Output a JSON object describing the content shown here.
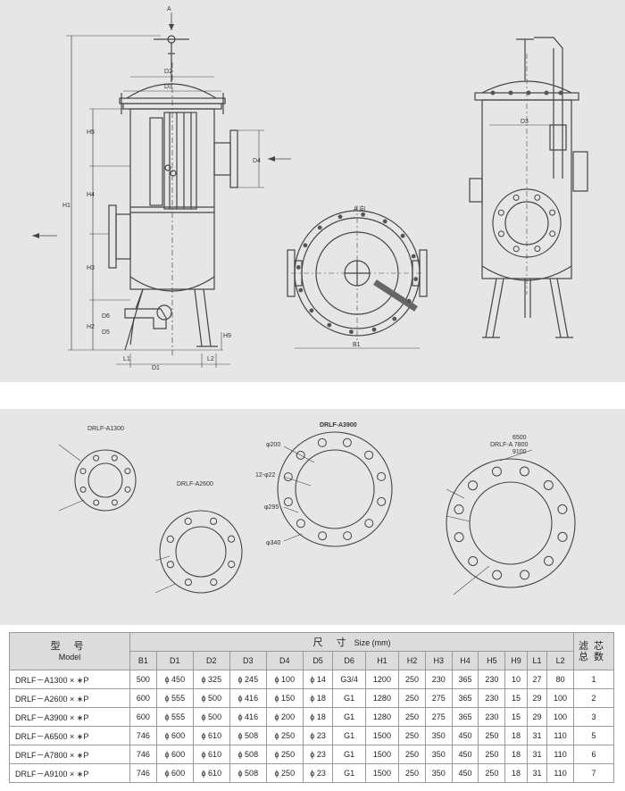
{
  "top_drawing": {
    "labels": {
      "section_mark": "A",
      "d2": "D2",
      "d3": "D3",
      "d4": "D4",
      "d5": "D5",
      "d6": "D6",
      "h1": "H1",
      "h2": "H2",
      "h3": "H3",
      "h4": "H4",
      "h5": "H5",
      "h9": "H9",
      "l1": "L1",
      "l2": "L2",
      "d1": "D1",
      "b1": "B1",
      "view_a": "A 向"
    }
  },
  "flange_drawing": {
    "a1300": "DRLF-A1300",
    "a2600": "DRLF-A2600",
    "a3900": "DRLF-A3900",
    "big_models": [
      "6500",
      "DRLF-A 7800",
      "9100"
    ],
    "dims": {
      "d200": "φ200",
      "holes": "12-φ22",
      "d295": "φ295",
      "d340": "φ340"
    }
  },
  "table": {
    "model_header_zh": "型 号",
    "model_header_en": "Model",
    "size_header_zh": "尺 寸",
    "size_header_en": "Size (mm)",
    "count_header_zh_1": "滤芯",
    "count_header_zh_2": "总数",
    "columns": [
      "B1",
      "D1",
      "D2",
      "D3",
      "D4",
      "D5",
      "D6",
      "H1",
      "H2",
      "H3",
      "H4",
      "H5",
      "H9",
      "L1",
      "L2"
    ],
    "rows": [
      {
        "model": "DRLF－A1300 × ∗P",
        "cells": [
          "500",
          "ϕ 450",
          "ϕ 325",
          "ϕ 245",
          "ϕ 100",
          "ϕ 14",
          "G3/4",
          "1200",
          "250",
          "230",
          "365",
          "230",
          "10",
          "27",
          "80"
        ],
        "count": "1"
      },
      {
        "model": "DRLF－A2600 × ∗P",
        "cells": [
          "600",
          "ϕ 555",
          "ϕ 500",
          "ϕ 416",
          "ϕ 150",
          "ϕ 18",
          "G1",
          "1280",
          "250",
          "275",
          "365",
          "230",
          "15",
          "29",
          "100"
        ],
        "count": "2"
      },
      {
        "model": "DRLF－A3900 × ∗P",
        "cells": [
          "600",
          "ϕ 555",
          "ϕ 500",
          "ϕ 416",
          "ϕ 200",
          "ϕ 18",
          "G1",
          "1280",
          "250",
          "275",
          "365",
          "230",
          "15",
          "29",
          "100"
        ],
        "count": "3"
      },
      {
        "model": "DRLF－A6500 × ∗P",
        "cells": [
          "746",
          "ϕ 600",
          "ϕ 610",
          "ϕ 508",
          "ϕ 250",
          "ϕ 23",
          "G1",
          "1500",
          "250",
          "350",
          "450",
          "250",
          "18",
          "31",
          "110"
        ],
        "count": "5"
      },
      {
        "model": "DRLF－A7800 × ∗P",
        "cells": [
          "746",
          "ϕ 600",
          "ϕ 610",
          "ϕ 508",
          "ϕ 250",
          "ϕ 23",
          "G1",
          "1500",
          "250",
          "350",
          "450",
          "250",
          "18",
          "31",
          "110"
        ],
        "count": "6"
      },
      {
        "model": "DRLF－A9100 × ∗P",
        "cells": [
          "746",
          "ϕ 600",
          "ϕ 610",
          "ϕ 508",
          "ϕ 250",
          "ϕ 23",
          "G1",
          "1500",
          "250",
          "350",
          "450",
          "250",
          "18",
          "31",
          "110"
        ],
        "count": "7"
      }
    ]
  }
}
